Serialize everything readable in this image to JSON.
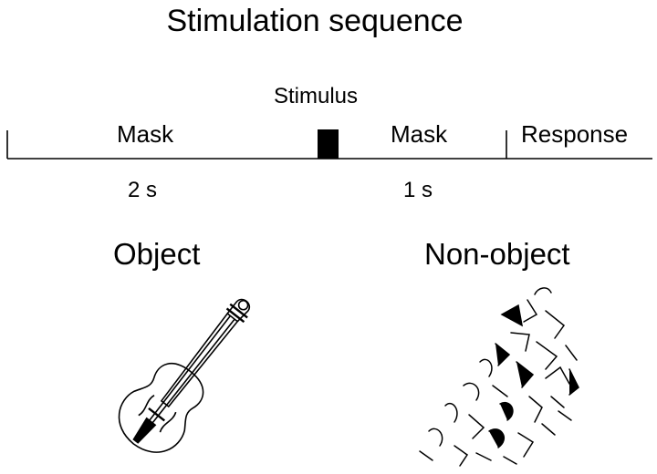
{
  "title": "Stimulation sequence",
  "timeline": {
    "stimulus_label": "Stimulus",
    "segments": [
      {
        "label": "Mask",
        "duration": "2 s"
      },
      {
        "label": "Mask",
        "duration": "1 s"
      },
      {
        "label": "Response"
      }
    ]
  },
  "categories": {
    "object_label": "Object",
    "nonobject_label": "Non-object"
  },
  "illustrations": {
    "object": "violin-line-drawing",
    "nonobject": "scrambled-violin-fragments"
  }
}
